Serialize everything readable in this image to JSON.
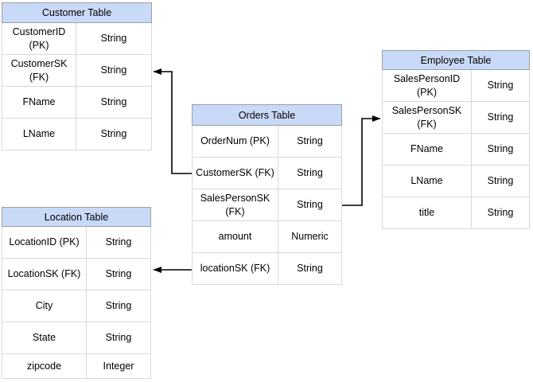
{
  "diagram": {
    "tables": [
      {
        "id": "customer",
        "title": "Customer Table",
        "rows": [
          {
            "field": "CustomerID (PK)",
            "type": "String"
          },
          {
            "field": "CustomerSK\n(FK)",
            "type": "String"
          },
          {
            "field": "FName",
            "type": "String"
          },
          {
            "field": "LName",
            "type": "String"
          }
        ]
      },
      {
        "id": "orders",
        "title": "Orders Table",
        "rows": [
          {
            "field": "OrderNum (PK)",
            "type": "String"
          },
          {
            "field": "CustomerSK (FK)",
            "type": "String"
          },
          {
            "field": "SalesPersonSK\n(FK)",
            "type": "String"
          },
          {
            "field": "amount",
            "type": "Numeric"
          },
          {
            "field": "locationSK (FK)",
            "type": "String"
          }
        ]
      },
      {
        "id": "employee",
        "title": "Employee Table",
        "rows": [
          {
            "field": "SalesPersonID (PK)",
            "type": "String"
          },
          {
            "field": "SalesPersonSK\n(FK)",
            "type": "String"
          },
          {
            "field": "FName",
            "type": "String"
          },
          {
            "field": "LName",
            "type": "String"
          },
          {
            "field": "title",
            "type": "String"
          }
        ]
      },
      {
        "id": "location",
        "title": "Location Table",
        "rows": [
          {
            "field": "LocationID (PK)",
            "type": "String"
          },
          {
            "field": "LocationSK (FK)",
            "type": "String"
          },
          {
            "field": "City",
            "type": "String"
          },
          {
            "field": "State",
            "type": "String"
          },
          {
            "field": "zipcode",
            "type": "Integer"
          }
        ]
      }
    ],
    "connections": [
      {
        "from": "Orders Table.CustomerSK (FK)",
        "to": "Customer Table.CustomerSK (FK)",
        "arrow": "left"
      },
      {
        "from": "Orders Table.SalesPersonSK (FK)",
        "to": "Employee Table.SalesPersonSK (FK)",
        "arrow": "right"
      },
      {
        "from": "Orders Table.locationSK (FK)",
        "to": "Location Table.LocationSK (FK)",
        "arrow": "left"
      }
    ],
    "colors": {
      "header_fill": "#c9daf8",
      "header_border": "#9e9e9e",
      "cell_border": "#d9d9d9",
      "line": "#000000",
      "background": "#ffffff",
      "text": "#000000"
    }
  }
}
